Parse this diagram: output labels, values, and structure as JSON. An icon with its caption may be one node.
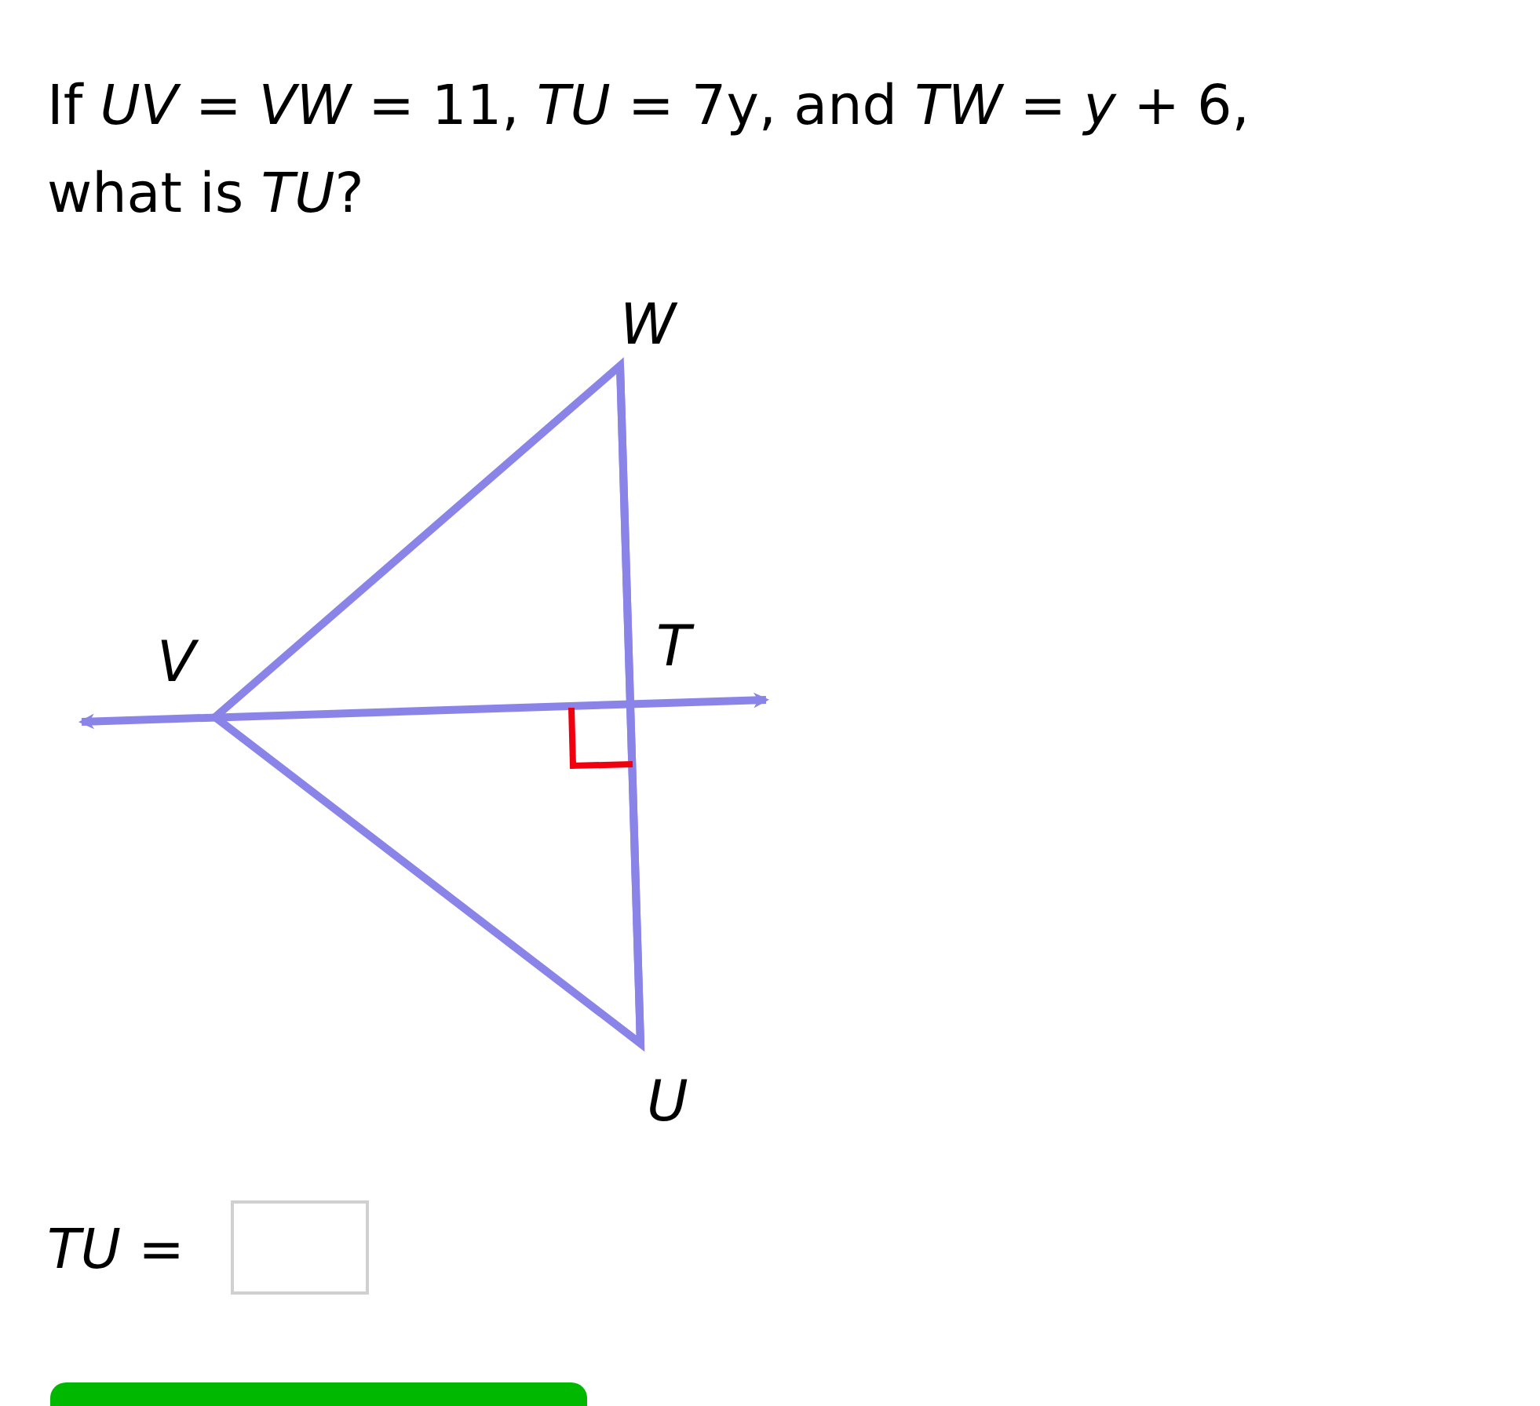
{
  "diagram": {
    "title": "If *UV* = *VW* = 11, *TU* = 7y, and *TW* = *y* + 6, what is *TU*?",
    "nodes": [
      {
        "text": [],
        "shape": "bar"
      }
    ],
    "labels": [
      "W",
      "V",
      "T",
      "U",
      "*TU* ="
    ]
  }
}
